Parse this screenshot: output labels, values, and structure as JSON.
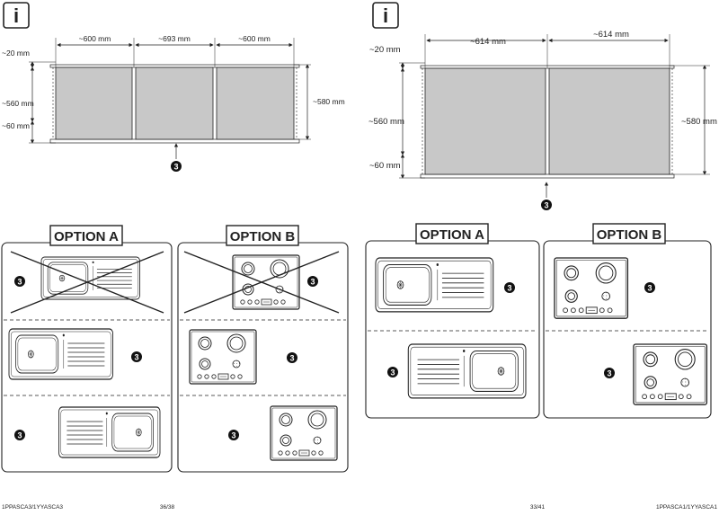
{
  "info_icon": "i",
  "marker": "3",
  "footer": {
    "left_code": "1PPASCA3/1YYASCA3",
    "left_page": "36/38",
    "right_page": "33/41",
    "right_code": "1PPASCA1/1YYASCA1"
  },
  "left_diagram": {
    "widths": [
      "~600 mm",
      "~693 mm",
      "~600 mm"
    ],
    "top_gap": "~20 mm",
    "height": "~560 mm",
    "bottom_gap": "~60 mm",
    "total_height": "~580 mm"
  },
  "right_diagram": {
    "widths": [
      "~614 mm",
      "~614 mm"
    ],
    "top_gap": "~20 mm",
    "height": "~560 mm",
    "bottom_gap": "~60 mm",
    "total_height": "~580 mm"
  },
  "options": {
    "a_label": "OPTION A",
    "b_label": "OPTION B"
  },
  "colors": {
    "cabinet_fill": "#c8c8c8",
    "line": "#222222"
  }
}
